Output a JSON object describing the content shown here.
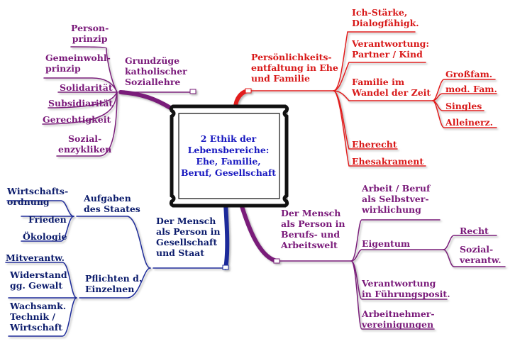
{
  "center": "2 Ethik der\nLebensbereiche:\nEhe, Familie,\nBeruf, Gesellschaft",
  "grundzuege": {
    "title": "Grundzüge\nkatholischer\nSoziallehre",
    "items": [
      "Person-\nprinzip",
      "Gemeinwohl-\nprinzip",
      "Solidarität",
      "Subsidiarität",
      "Gerechtigkeit",
      "Sozial-\nenzykliken"
    ]
  },
  "persoenlichkeit": {
    "title": "Persönlichkeits-\nentfaltung in Ehe\nund Familie",
    "items": [
      "Ich-Stärke,\nDialogfähigk.",
      "Verantwortung:\nPartner / Kind",
      "Familie im\nWandel der Zeit",
      "Eherecht",
      "Ehesakrament"
    ],
    "familie_items": [
      "Großfam.",
      "mod. Fam.",
      "Singles",
      "Alleinerz."
    ]
  },
  "gesellschaft": {
    "title": "Der Mensch\nals Person in\nGesellschaft\nund Staat",
    "aufgaben": {
      "title": "Aufgaben\ndes Staates",
      "items": [
        "Wirtschafts-\nordnung",
        "Frieden",
        "Ökologie"
      ]
    },
    "pflichten": {
      "title": "Pflichten d.\nEinzelnen",
      "items": [
        "Mitverantw.",
        "Widerstand\ngg. Gewalt",
        "Wachsamk.\nTechnik /\nWirtschaft"
      ]
    }
  },
  "beruf": {
    "title": "Der Mensch\nals Person in\nBerufs- und\nArbeitswelt",
    "items": [
      "Arbeit / Beruf\nals Selbstver-\nwirklichung",
      "Eigentum",
      "Verantwortung\nin Führungsposit.",
      "Arbeitnehmer-\nvereinigungen"
    ],
    "eigentum_items": [
      "Recht",
      "Sozial-\nverantw."
    ]
  },
  "colors": {
    "purple": "#7a1a7a",
    "red": "#e21c1c",
    "blue": "#1a2a9a",
    "center_text": "#1818c0"
  }
}
